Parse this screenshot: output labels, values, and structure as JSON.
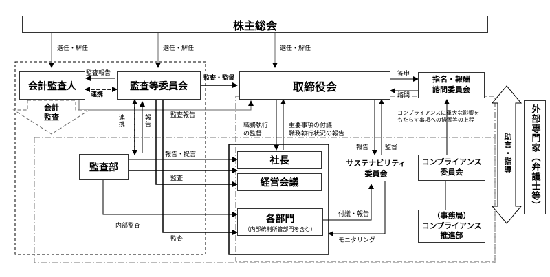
{
  "nodes": {
    "shareholders": "株主総会",
    "accounting_auditor": "会計監査人",
    "audit_committee": "監査等委員会",
    "board": "取締役会",
    "nomination_committee_l1": "指名・報酬",
    "nomination_committee_l2": "諮問委員会",
    "external_experts": "外部専門家（弁護士等）",
    "audit_department": "監査部",
    "president": "社長",
    "management_meeting": "経営会議",
    "departments": "各部門",
    "departments_note": "（内部統制所管部門を含む）",
    "sustainability_l1": "サステナビリティ",
    "sustainability_l2": "委員会",
    "compliance_l1": "コンプライアンス",
    "compliance_l2": "委員会",
    "secretariat_l1": "（事務局）",
    "secretariat_l2": "コンプライアンス",
    "secretariat_l3": "推進部",
    "accounting_audit_l1": "会計",
    "accounting_audit_l2": "監査",
    "advice_guidance": "助言・指導"
  },
  "labels": {
    "elect_dismiss_1": "選任・解任",
    "elect_dismiss_2": "選任・解任",
    "elect_dismiss_3": "選任・解任",
    "audit_report_1": "監査報告",
    "audit_report_2": "監査報告",
    "cooperation_h": "連携",
    "cooperation_v": "連携",
    "report_v": "報告",
    "audit_supervision": "監査・監督",
    "answer": "答申",
    "consult": "諮問",
    "compliance_note_l1": "コンプライアンスに重大な影響を",
    "compliance_note_l2": "もたらす事項への措置等の上程",
    "execution_supervision_l1": "職務執行",
    "execution_supervision_l2": "の監督",
    "important_matters_l1": "重要事項の付議",
    "important_matters_l2": "職務執行状況の報告",
    "report_proposal": "報告・提言",
    "audit_1": "監査",
    "internal_audit": "内部監査",
    "audit_2": "監査",
    "report_sus": "報告",
    "supervision_sus": "監督",
    "deliberation_report": "付議・報告",
    "monitoring": "モニタリング"
  }
}
